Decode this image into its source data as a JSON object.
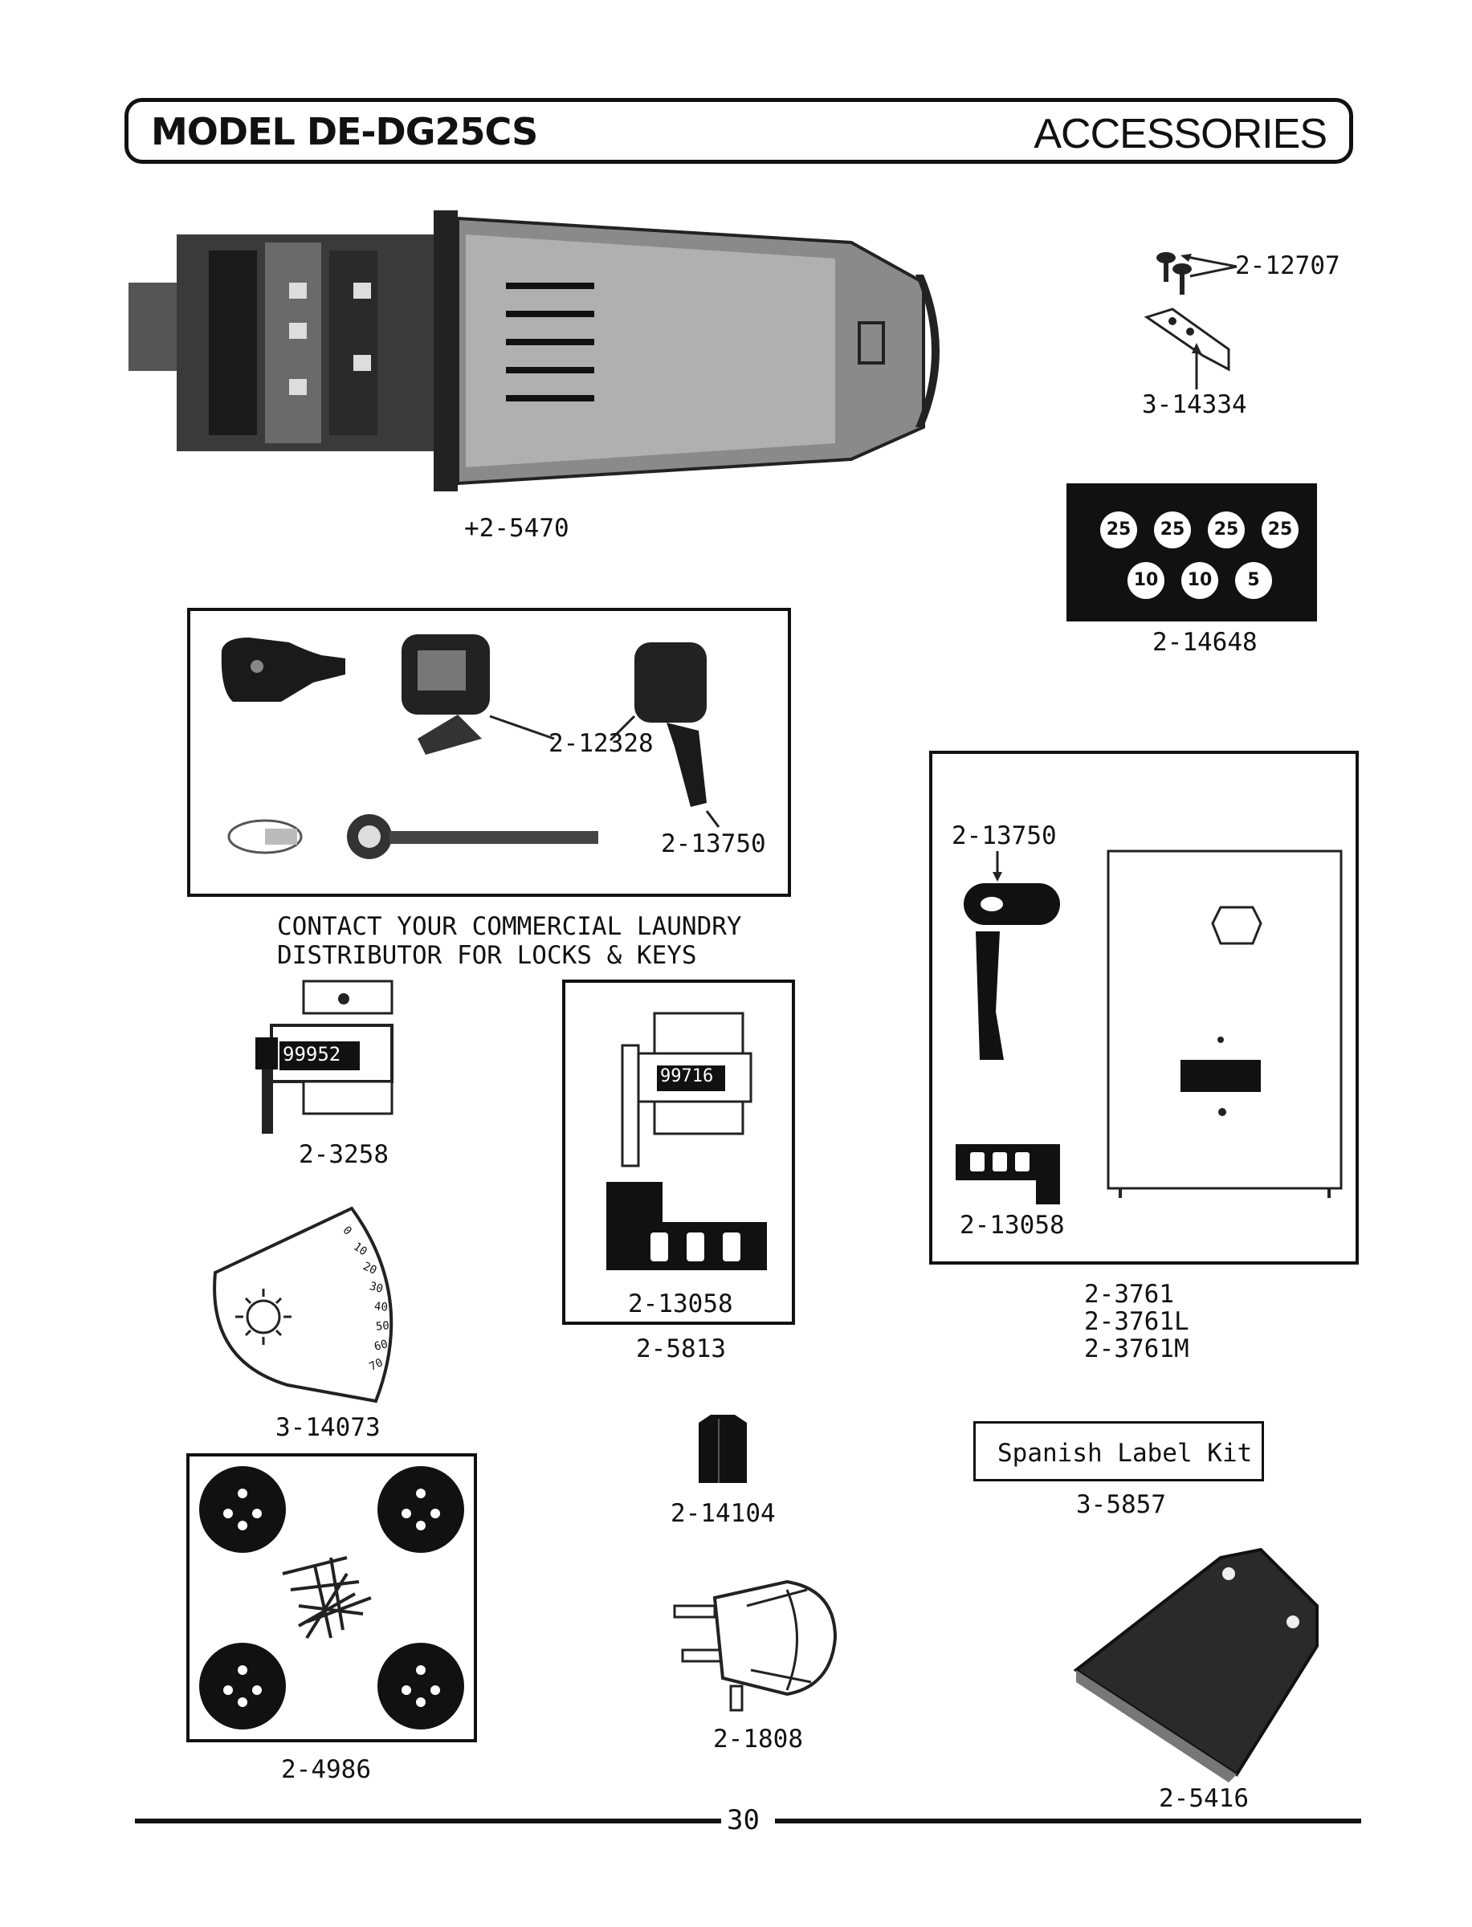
{
  "header": {
    "model": "MODEL DE-DG25CS",
    "section": "ACCESSORIES"
  },
  "parts": {
    "coin_slide": "+2-5470",
    "screws": "2-12707",
    "bracket": "3-14334",
    "price_decal": "2-14648",
    "lock_cam": "2-12328",
    "lock_cam_arm": "2-13750",
    "lock_note": [
      "CONTACT YOUR COMMERCIAL LAUNDRY",
      "DISTRIBUTOR FOR LOCKS & KEYS"
    ],
    "counter": "2-3258",
    "counter_kit_plate": "2-13058",
    "counter_kit": "2-5813",
    "dial_plate": "3-14073",
    "panel_arm": "2-13750",
    "panel_plate": "2-13058",
    "panel_kits": [
      "2-3761",
      "2-3761L",
      "2-3761M"
    ],
    "knob": "2-14104",
    "spanish_kit_label": "Spanish Label Kit",
    "spanish_kit": "3-5857",
    "leveling_pads": "2-4986",
    "plug": "2-1808",
    "shelf": "2-5416"
  },
  "decal_values": [
    "25",
    "25",
    "25",
    "25",
    "10",
    "10",
    "5"
  ],
  "counter_readings": [
    "99952",
    "99716"
  ],
  "dial_ticks": [
    "0",
    "10",
    "20",
    "30",
    "40",
    "50",
    "60",
    "70"
  ],
  "page_number": "30"
}
